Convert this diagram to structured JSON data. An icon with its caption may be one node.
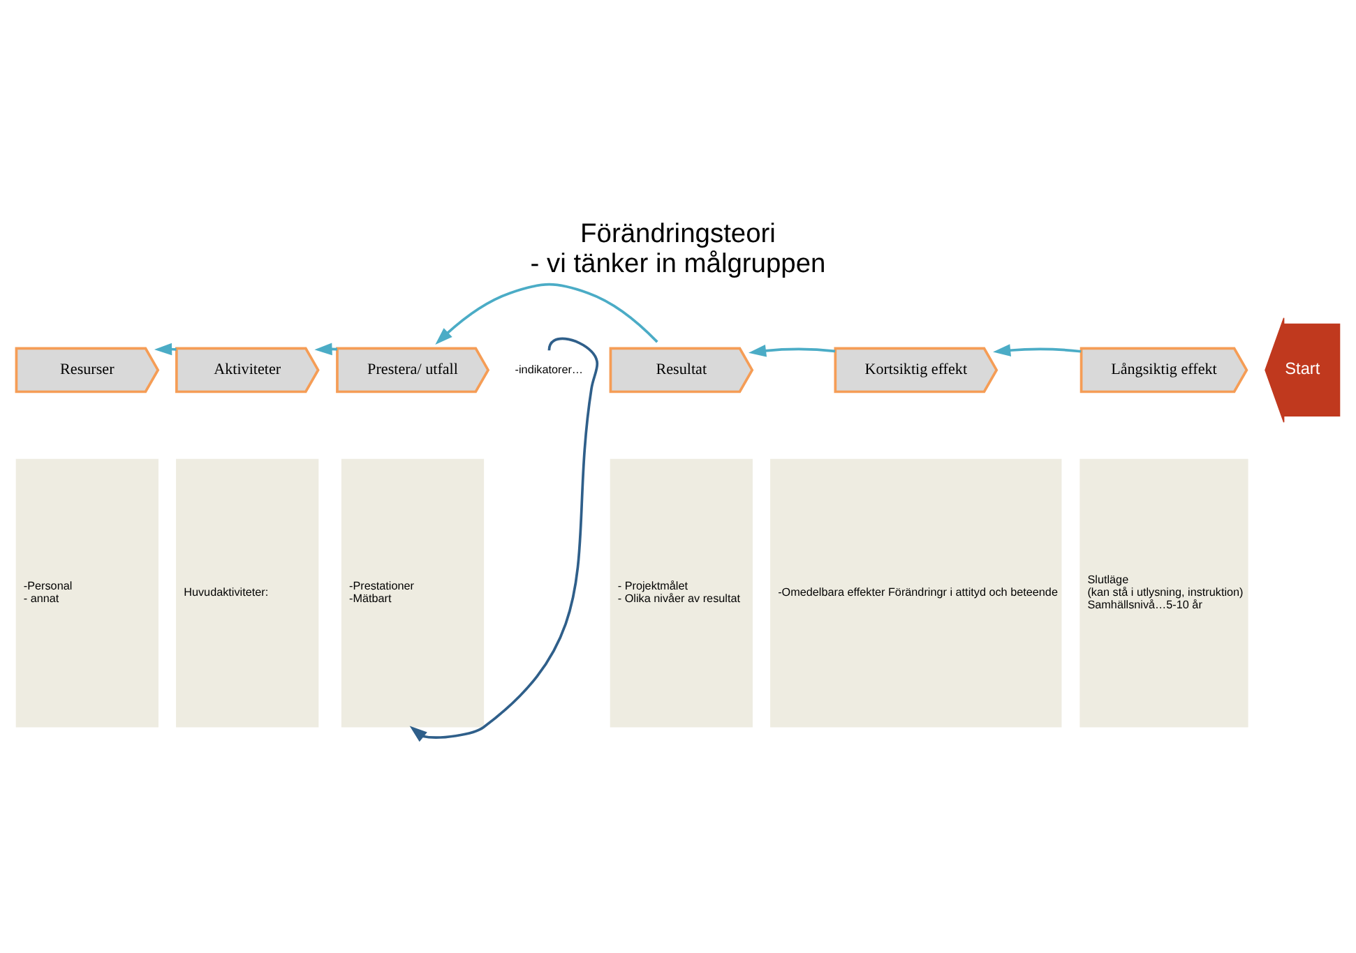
{
  "diagram": {
    "title": "Förändringsteori",
    "caption": "- vi tänker in målgruppen",
    "nodes": [
      {
        "text": [
          "Resurser"
        ]
      },
      {
        "text": [
          "Aktiviteter"
        ]
      },
      {
        "text": [
          "Prestera/ utfall"
        ]
      },
      {
        "text": [
          "Resultat"
        ]
      },
      {
        "text": [
          "Kortsiktig effekt"
        ]
      },
      {
        "text": [
          "Långsiktig effekt"
        ]
      },
      {
        "text": [
          "Start"
        ]
      },
      {
        "text": [
          "-Personal",
          "- annat"
        ]
      },
      {
        "text": [
          "Huvudaktiviteter:"
        ]
      },
      {
        "text": [
          "-Prestationer",
          "-Mätbart"
        ]
      },
      {
        "text": [
          "- Projektmålet",
          "- Olika nivåer av resultat"
        ]
      },
      {
        "text": [
          "-Omedelbara effekter Förändringr i attityd och beteende"
        ]
      },
      {
        "text": [
          "Slutläge",
          "(kan stå i utlysning, instruktion)",
          "Samhällsnivå…5-10 år"
        ]
      },
      {
        "text": [
          "-indikatorer…"
        ]
      }
    ],
    "edges": [
      {
        "from": 1,
        "to": 0,
        "arrow": "to"
      },
      {
        "from": 2,
        "to": 1,
        "arrow": "to"
      },
      {
        "from": 3,
        "to": 2,
        "arrow": "to"
      },
      {
        "from": 4,
        "to": 3,
        "arrow": "to"
      },
      {
        "from": 5,
        "to": 4,
        "arrow": "to"
      },
      {
        "from": 13,
        "to": 9,
        "arrow": "to",
        "color": "#2f5f8a"
      }
    ]
  }
}
